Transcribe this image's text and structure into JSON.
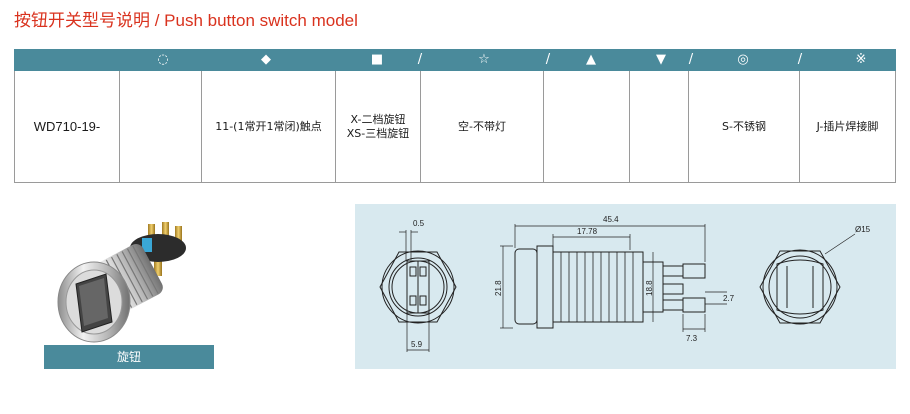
{
  "page": {
    "title_cn": "按钮开关型号说明",
    "title_en": " / Push button switch model"
  },
  "table": {
    "header_symbols": [
      "◌",
      "◆",
      "■",
      "/",
      "☆",
      "/",
      "▲",
      "▼",
      "/",
      "◎",
      "/",
      "※"
    ],
    "cells": [
      {
        "lines": [
          "WD710-19-"
        ]
      },
      {
        "lines": [
          ""
        ]
      },
      {
        "lines": [
          "11-(1常开1常闭)触点"
        ]
      },
      {
        "lines": [
          "X-二档旋钮",
          "XS-三档旋钮"
        ]
      },
      {
        "lines": [
          "空-不带灯"
        ]
      },
      {
        "lines": [
          ""
        ]
      },
      {
        "lines": [
          ""
        ]
      },
      {
        "lines": [
          "S-不锈钢"
        ]
      },
      {
        "lines": [
          "J-插片焊接脚"
        ]
      }
    ]
  },
  "product": {
    "caption": "旋钮"
  },
  "drawing": {
    "dims": {
      "d05": "0.5",
      "d59": "5.9",
      "d454": "45.4",
      "d1778": "17.78",
      "d218": "21.8",
      "d188": "18.8",
      "d73": "7.3",
      "d27": "2.7",
      "dphi15": "Ø15"
    }
  },
  "colors": {
    "accent": "#4a8a9b",
    "title_red": "#d9321e",
    "drawing_bg": "#d8e9ef"
  }
}
